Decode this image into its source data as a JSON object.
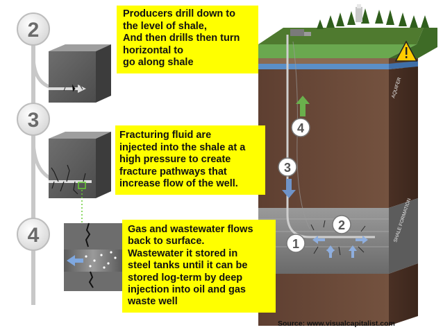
{
  "notes": [
    {
      "id": "drill",
      "lines": [
        "Producers drill down to",
        "the level of shale,",
        "And then drills then turn",
        "horizontal to",
        "go along shale"
      ]
    },
    {
      "id": "fracturing",
      "lines": [
        "Fracturing fluid are",
        "injected into the shale at a",
        "high pressure to create",
        "fracture pathways that",
        "increase flow of the well."
      ]
    },
    {
      "id": "wastewater",
      "lines": [
        "Gas and wastewater flows",
        "back to surface.",
        "Wastewater it stored in",
        "steel tanks until it can be",
        "stored log-term by deep",
        "injection into oil and gas",
        "waste well"
      ]
    }
  ],
  "step_numbers": [
    "2",
    "3",
    "4"
  ],
  "well_numbers": [
    "1",
    "2",
    "3",
    "4"
  ],
  "block_labels": {
    "aquifer": "AQUIFER",
    "shale": "SHALE FORMATION"
  },
  "source": "Source: www.visualcapitalist.com",
  "colors": {
    "note_bg": "#ffff00",
    "soil": "#6b4a3a",
    "shale": "#8a8a8a",
    "aquifer": "#5b8fc7",
    "grass": "#6aa84f",
    "arrow_up": "#6ab04c",
    "arrow_down": "#6f93c8"
  }
}
